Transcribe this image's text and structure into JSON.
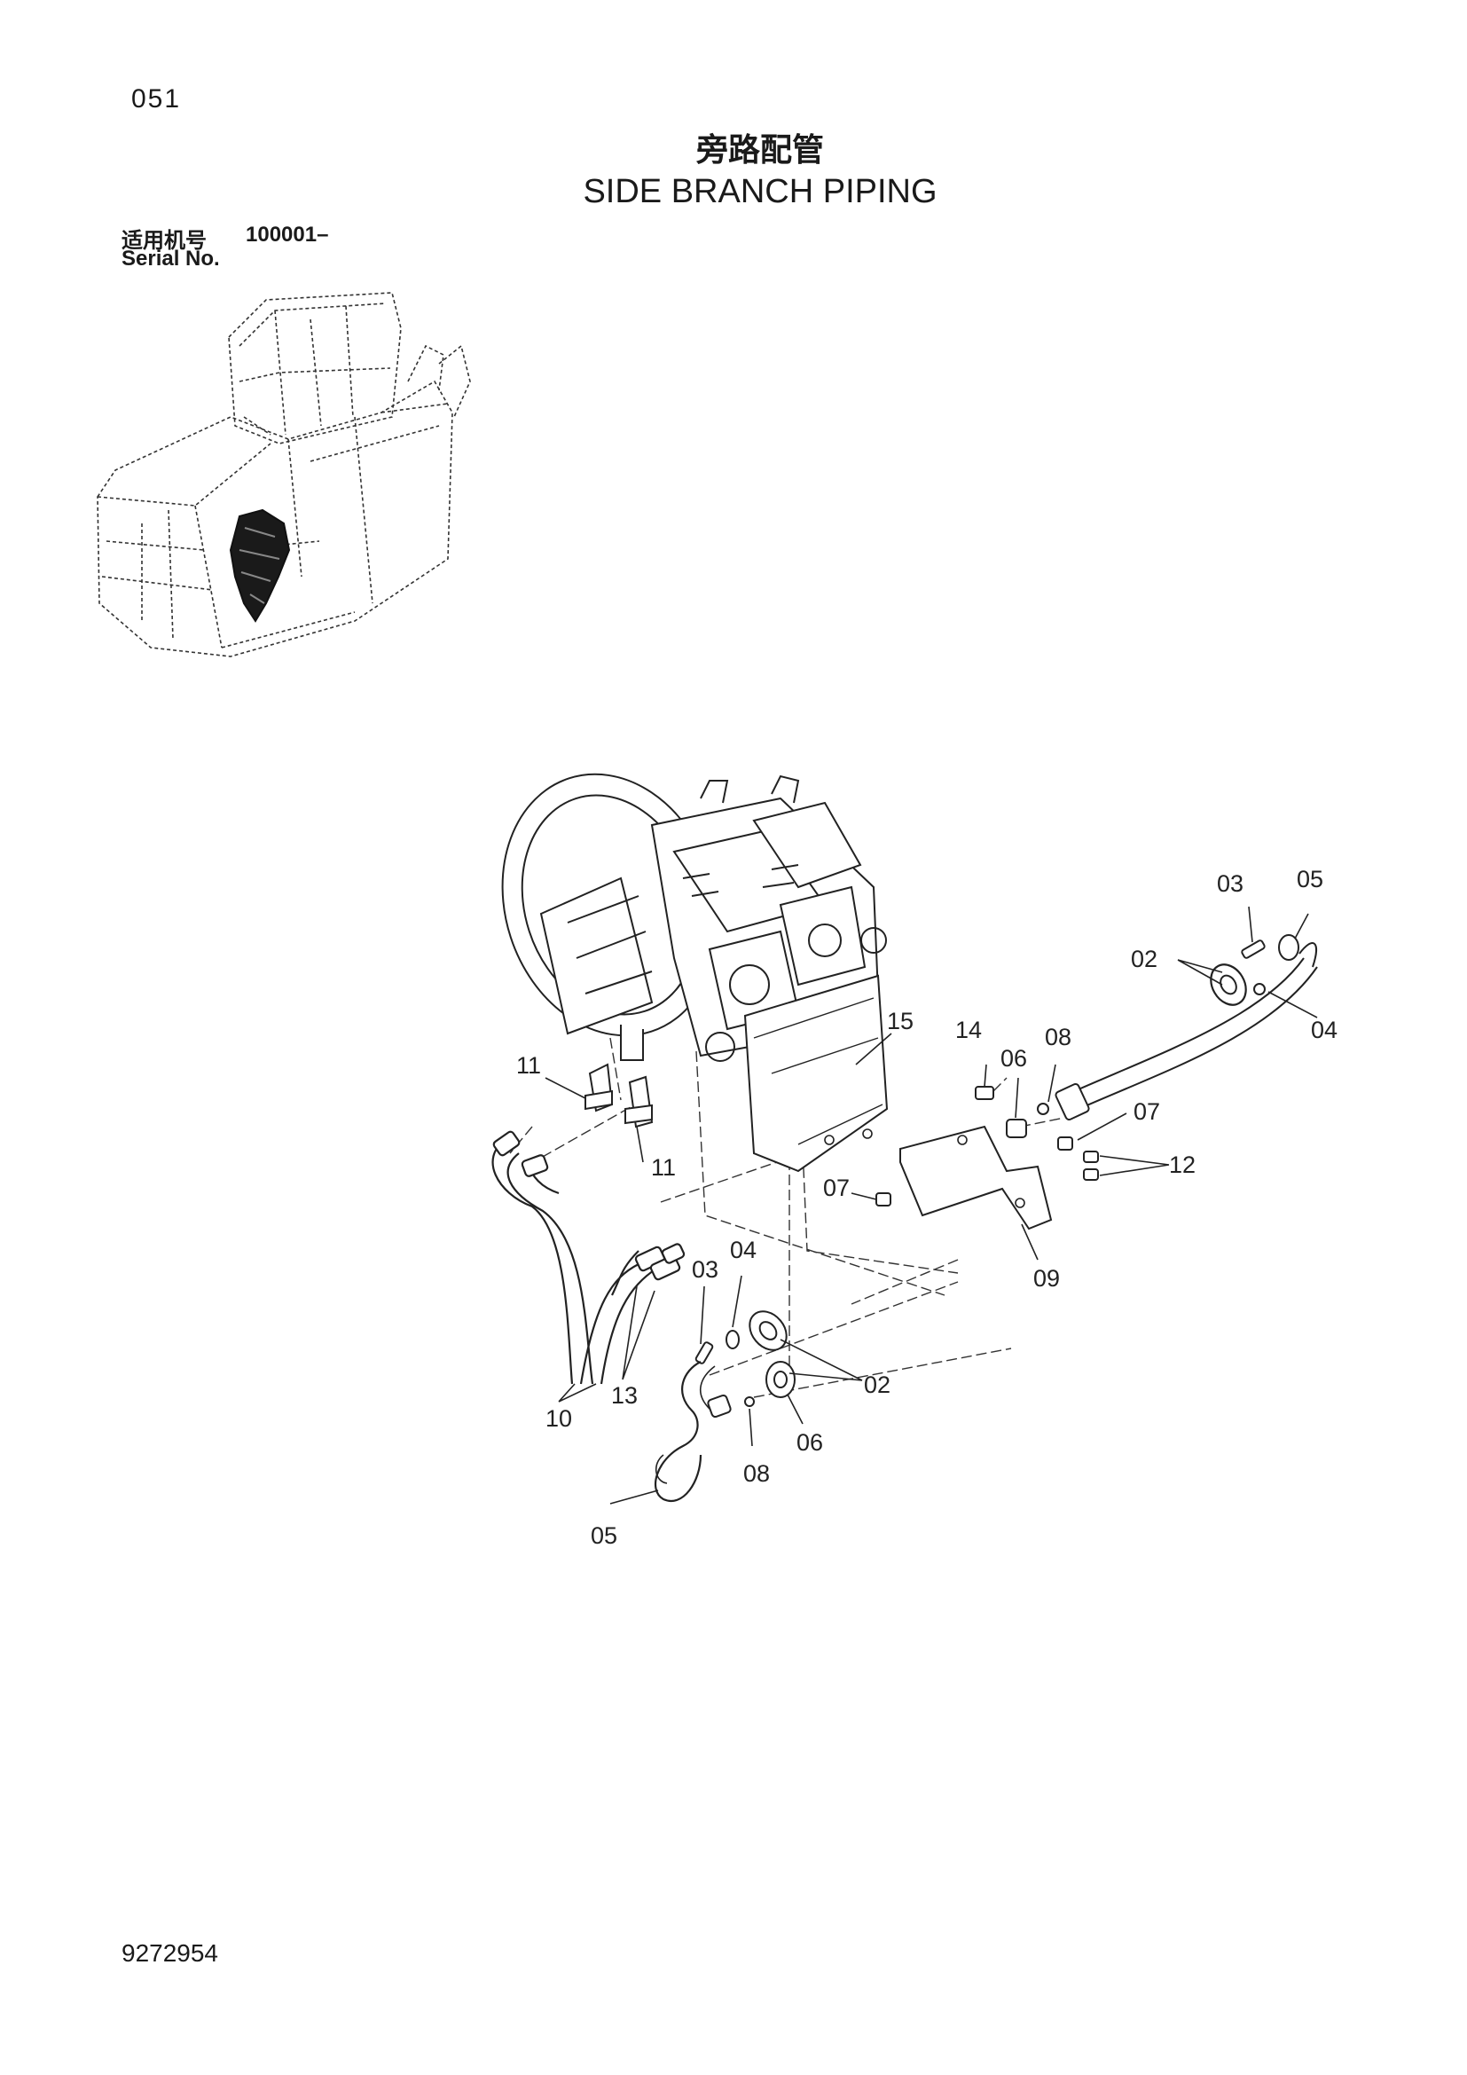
{
  "page": {
    "page_number": "051",
    "title_cn": "旁路配管",
    "title_en": "SIDE BRANCH PIPING",
    "serial_label_cn": "适用机号",
    "serial_value": "100001–",
    "serial_label_en": "Serial No.",
    "document_number": "9272954"
  },
  "callouts": {
    "c03_top": "03",
    "c05_top": "05",
    "c02_top": "02",
    "c04_top": "04",
    "c15": "15",
    "c14": "14",
    "c08_top": "08",
    "c06_top": "06",
    "c07_right": "07",
    "c12": "12",
    "c07_left": "07",
    "c09": "09",
    "c11_left": "11",
    "c11_right": "11",
    "c03_bot": "03",
    "c04_bot": "04",
    "c02_bot": "02",
    "c06_bot": "06",
    "c08_bot": "08",
    "c05_bot": "05",
    "c10": "10",
    "c13": "13"
  },
  "colors": {
    "ink": "#222222",
    "paper": "#ffffff",
    "highlight": "#1a1a1a"
  }
}
